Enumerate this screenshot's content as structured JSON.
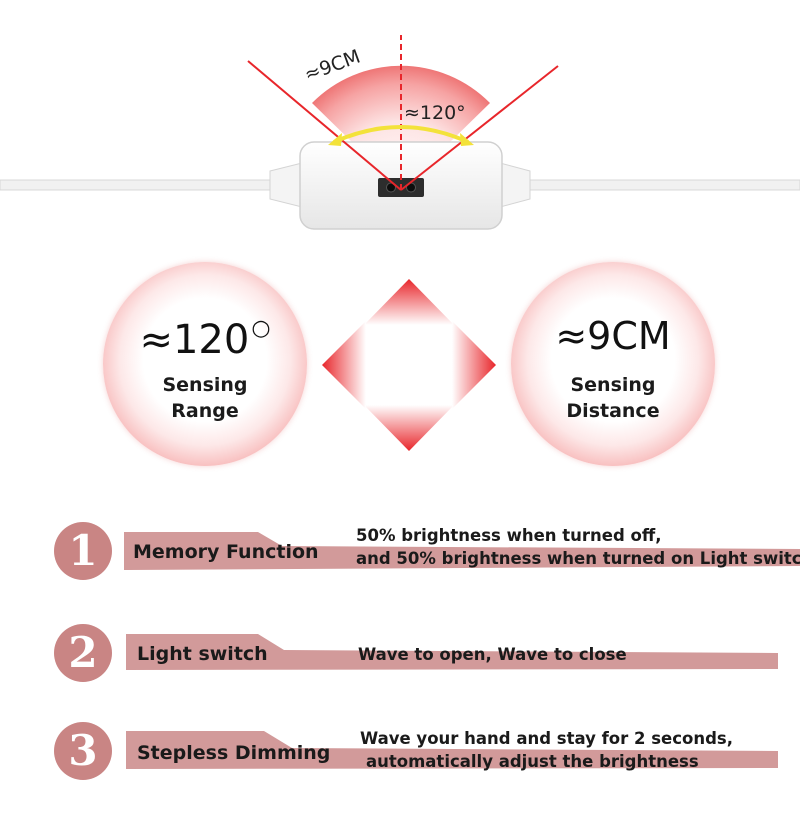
{
  "diagram": {
    "distance_label": "≈9CM",
    "angle_label": "≈120°"
  },
  "circles": {
    "range": {
      "value": "≈120",
      "degree_symbol": "○",
      "caption_line1": "Sensing",
      "caption_line2": "Range"
    },
    "distance": {
      "value": "≈9CM",
      "caption_line1": "Sensing",
      "caption_line2": "Distance"
    }
  },
  "features": [
    {
      "number": "1",
      "name": "Memory Function",
      "desc_line1": "50% brightness when turned off,",
      "desc_line2": "and 50% brightness when turned on Light switc"
    },
    {
      "number": "2",
      "name": "Light switch",
      "desc_line1": "Wave to open, Wave to close",
      "desc_line2": ""
    },
    {
      "number": "3",
      "name": "Stepless Dimming",
      "desc_line1": "Wave your hand and stay for 2 seconds,",
      "desc_line2": "automatically adjust the brightness"
    }
  ],
  "colors": {
    "accent_red": "#e8262b",
    "band_pink": "#d29a9a",
    "badge_pink": "#c98584",
    "arc_yellow": "#f3e23a"
  }
}
